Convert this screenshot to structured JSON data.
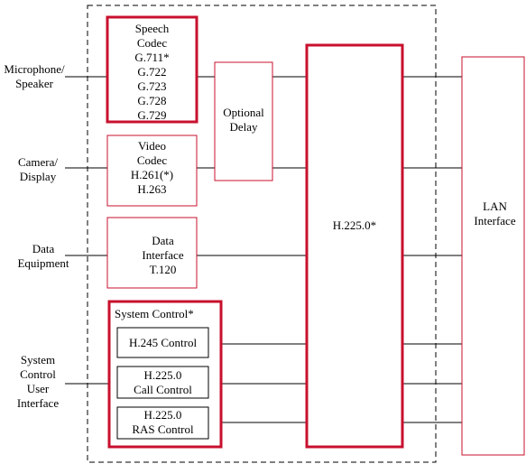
{
  "external_labels": {
    "microphone": "Microphone/\nSpeaker",
    "camera": "Camera/\nDisplay",
    "data": "Data\nEquipment",
    "system_control_ui": "System\nControl\nUser\nInterface"
  },
  "blocks": {
    "speech_codec": "Speech\nCodec\nG.711*\nG.722\nG.723\nG.728\nG.729",
    "video_codec": "Video\nCodec\nH.261(*)\nH.263",
    "data_interface": "Data\nInterface\nT.120",
    "optional_delay": "Optional\nDelay",
    "system_control_title": "System Control*",
    "h245_control": "H.245 Control",
    "h2250_call_control": "H.225.0\nCall Control",
    "h2250_ras_control": "H.225.0\nRAS Control",
    "h2250": "H.225.0*",
    "lan_interface": "LAN\nInterface"
  },
  "colors": {
    "highlight": "#c8102e",
    "box_border": "#c8102e",
    "line": "#000000"
  }
}
